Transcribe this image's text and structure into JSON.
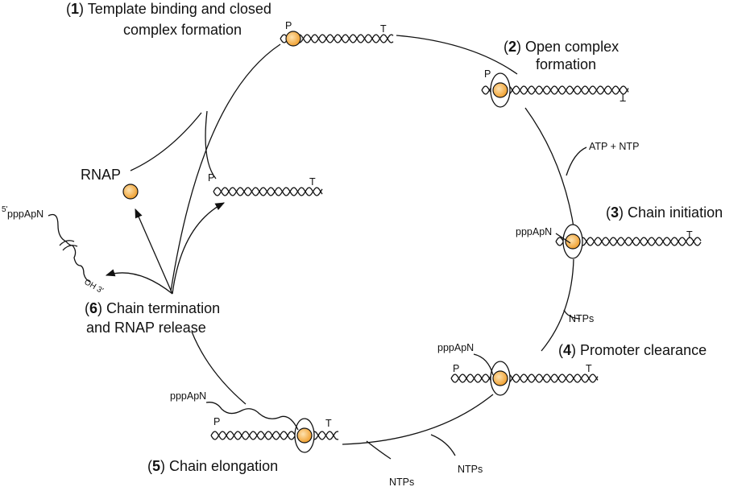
{
  "colors": {
    "rnap": "#f0a030",
    "rnap_highlight": "#fde2b0",
    "line": "#111111"
  },
  "steps": {
    "s1": {
      "num": "1",
      "line1": " Template binding and closed",
      "line2": "complex formation"
    },
    "s2": {
      "num": "2",
      "line1": " Open complex",
      "line2": "formation"
    },
    "s3": {
      "num": "3",
      "line1": " Chain initiation"
    },
    "s4": {
      "num": "4",
      "line1": " Promoter clearance"
    },
    "s5": {
      "num": "5",
      "line1": " Chain elongation"
    },
    "s6": {
      "num": "6",
      "line1": " Chain termination",
      "line2": "and RNAP release"
    }
  },
  "labels": {
    "promoter": "P",
    "terminator": "T",
    "rnap": "RNAP",
    "rna": "pppApN",
    "five_prime": "5'",
    "three_prime_end": "OH 3'",
    "atp_ntp": "ATP + NTP",
    "ntps": "NTPs"
  }
}
